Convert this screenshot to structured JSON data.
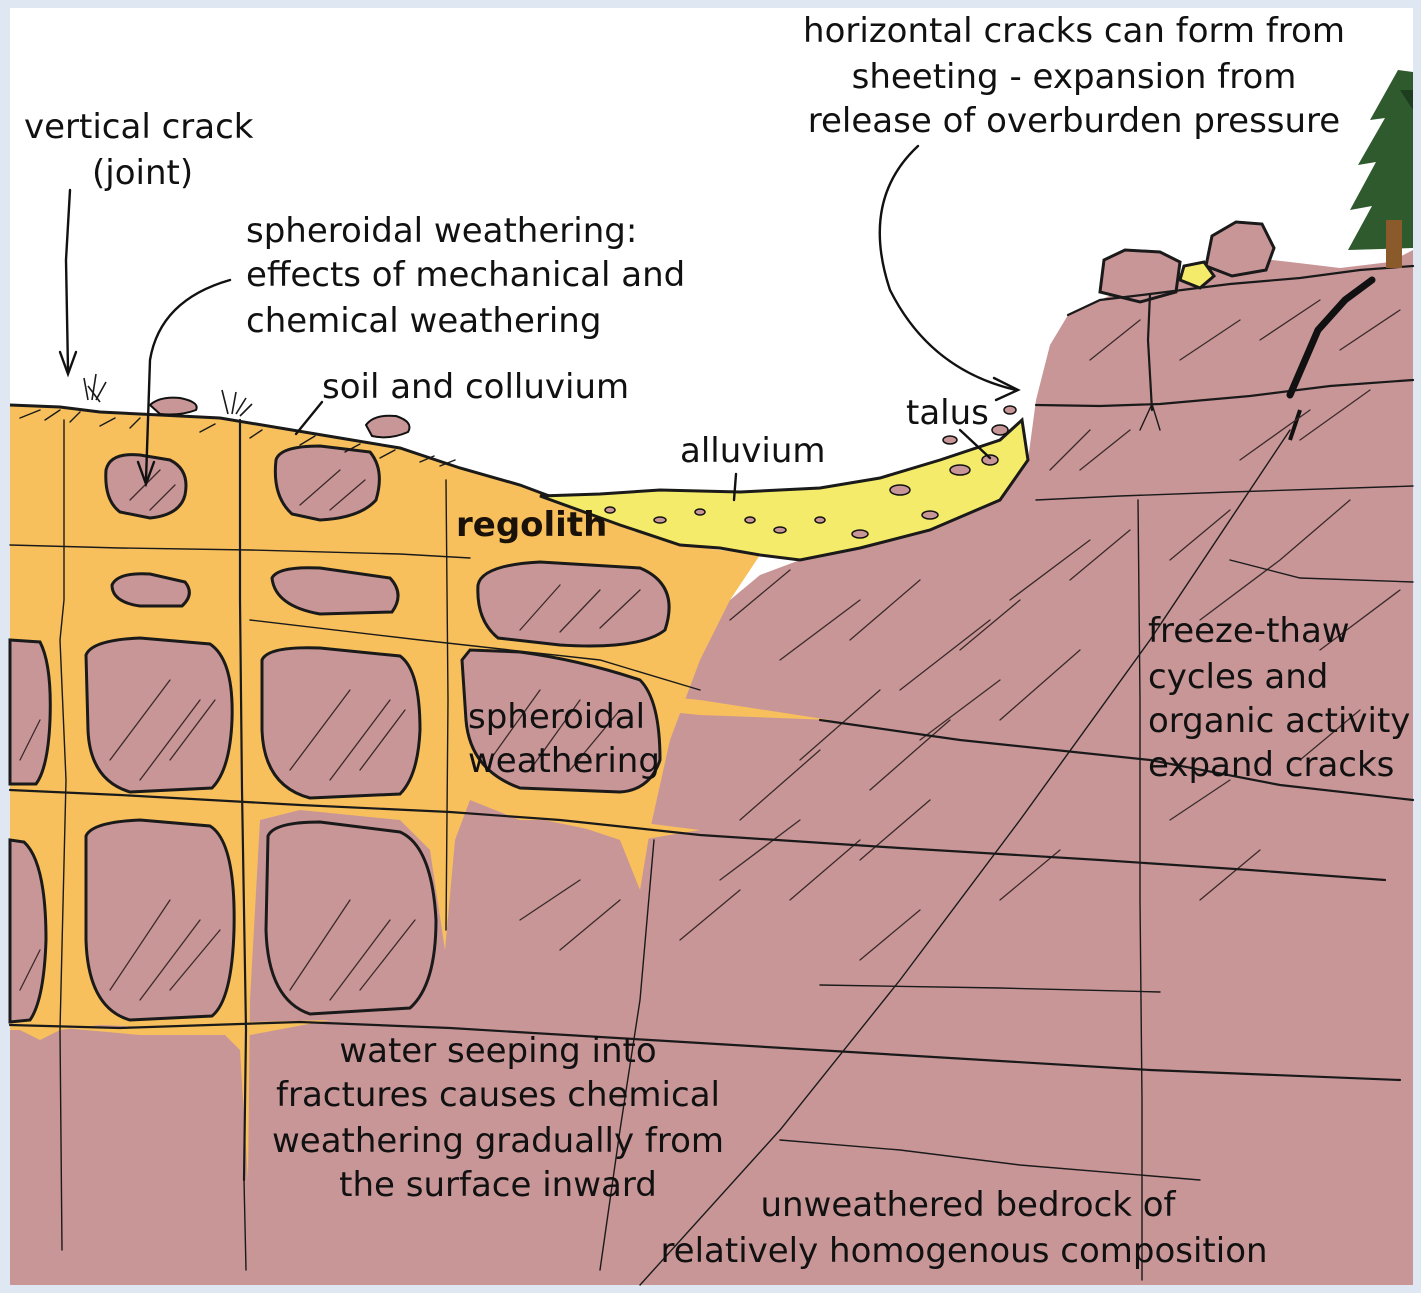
{
  "labels": {
    "vertical_crack": [
      "vertical crack",
      "(joint)"
    ],
    "horizontal_cracks": [
      "horizontal cracks can form from",
      "sheeting  - expansion from",
      "release of overburden pressure"
    ],
    "spheroidal_top": [
      "spheroidal weathering:",
      "effects of mechanical and",
      "chemical weathering"
    ],
    "soil": "soil and colluvium",
    "talus": "talus",
    "alluvium": "alluvium",
    "regolith": "regolith",
    "spheroidal_mid": [
      "spheroidal",
      "weathering"
    ],
    "freeze_thaw": [
      "freeze-thaw",
      "cycles and",
      "organic activity",
      "expand cracks"
    ],
    "water_seeping": [
      "water seeping into",
      "fractures causes chemical",
      "weathering gradually from",
      "the surface inward"
    ],
    "bedrock": [
      "unweathered bedrock of",
      "relatively homogenous composition"
    ]
  },
  "colors": {
    "sky": "#ffffff",
    "frame": "#dfe8f2",
    "bedrock": "#c99698",
    "regolith": "#f7c05c",
    "alluvium": "#f5eb6a",
    "ink": "#111111",
    "tree": "#2f5a2e"
  }
}
